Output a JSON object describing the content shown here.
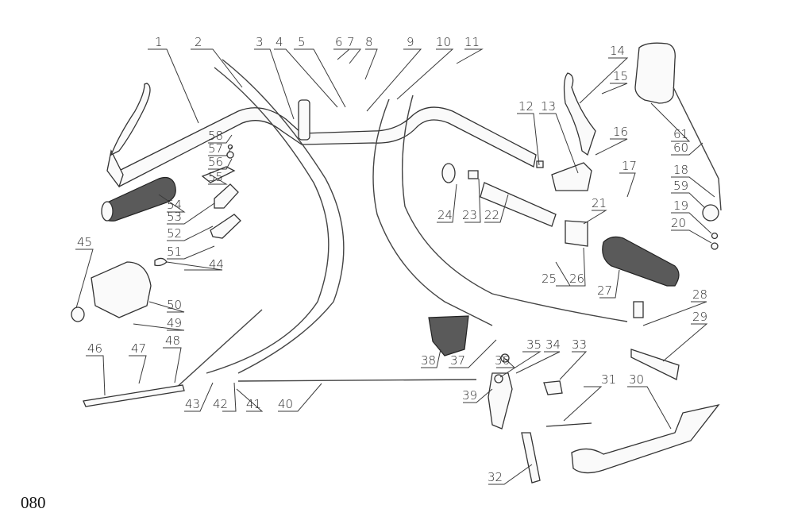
{
  "figure": {
    "type": "exploded-parts-diagram",
    "subject": "handlebar, controls, cables and gear/brake pedals",
    "page_number": "080"
  },
  "callouts": [
    {
      "n": "1"
    },
    {
      "n": "2"
    },
    {
      "n": "3"
    },
    {
      "n": "4"
    },
    {
      "n": "5"
    },
    {
      "n": "6"
    },
    {
      "n": "7"
    },
    {
      "n": "8"
    },
    {
      "n": "9"
    },
    {
      "n": "10"
    },
    {
      "n": "11"
    },
    {
      "n": "12"
    },
    {
      "n": "13"
    },
    {
      "n": "14"
    },
    {
      "n": "15"
    },
    {
      "n": "16"
    },
    {
      "n": "17"
    },
    {
      "n": "18"
    },
    {
      "n": "19"
    },
    {
      "n": "20"
    },
    {
      "n": "21"
    },
    {
      "n": "22"
    },
    {
      "n": "23"
    },
    {
      "n": "24"
    },
    {
      "n": "25"
    },
    {
      "n": "26"
    },
    {
      "n": "27"
    },
    {
      "n": "28"
    },
    {
      "n": "29"
    },
    {
      "n": "30"
    },
    {
      "n": "31"
    },
    {
      "n": "32"
    },
    {
      "n": "33"
    },
    {
      "n": "34"
    },
    {
      "n": "35"
    },
    {
      "n": "36"
    },
    {
      "n": "37"
    },
    {
      "n": "38"
    },
    {
      "n": "39"
    },
    {
      "n": "40"
    },
    {
      "n": "41"
    },
    {
      "n": "42"
    },
    {
      "n": "43"
    },
    {
      "n": "44"
    },
    {
      "n": "45"
    },
    {
      "n": "46"
    },
    {
      "n": "47"
    },
    {
      "n": "48"
    },
    {
      "n": "49"
    },
    {
      "n": "50"
    },
    {
      "n": "51"
    },
    {
      "n": "52"
    },
    {
      "n": "53"
    },
    {
      "n": "54"
    },
    {
      "n": "55"
    },
    {
      "n": "56"
    },
    {
      "n": "57"
    },
    {
      "n": "58"
    },
    {
      "n": "59"
    },
    {
      "n": "60"
    },
    {
      "n": "61"
    }
  ]
}
